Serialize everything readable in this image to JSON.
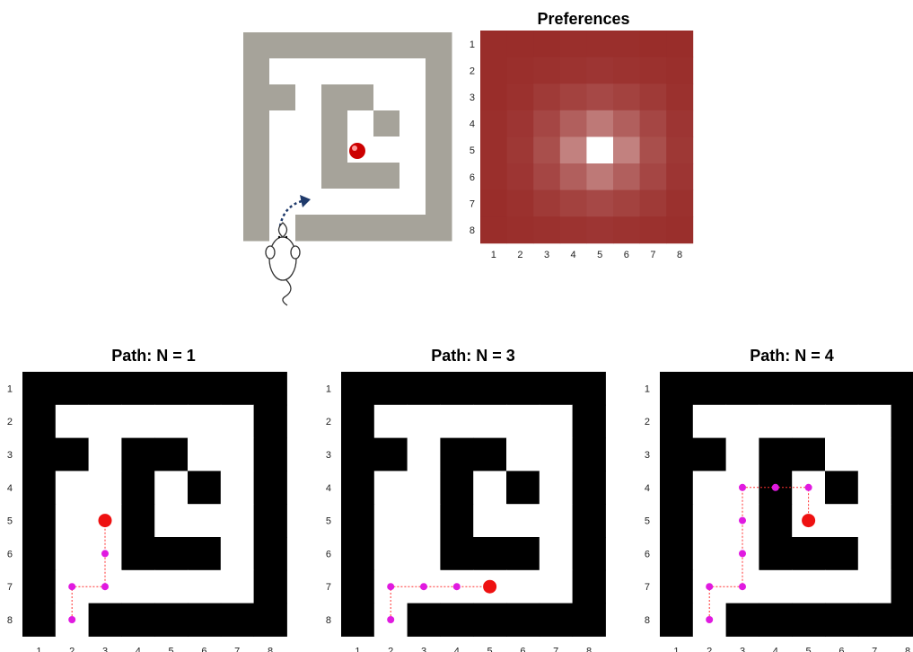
{
  "maze": {
    "rows": [
      [
        1,
        1,
        1,
        1,
        1,
        1,
        1,
        1
      ],
      [
        1,
        0,
        0,
        0,
        0,
        0,
        0,
        1
      ],
      [
        1,
        1,
        0,
        1,
        1,
        0,
        0,
        1
      ],
      [
        1,
        0,
        0,
        1,
        0,
        1,
        0,
        1
      ],
      [
        1,
        0,
        0,
        1,
        0,
        0,
        0,
        1
      ],
      [
        1,
        0,
        0,
        1,
        1,
        1,
        0,
        1
      ],
      [
        1,
        0,
        0,
        0,
        0,
        0,
        0,
        1
      ],
      [
        1,
        0,
        1,
        1,
        1,
        1,
        1,
        1
      ]
    ],
    "wall_color_photo": "#a6a39a",
    "wall_color": "#000000",
    "open_color": "#ffffff"
  },
  "chart_data": [
    {
      "type": "heatmap",
      "title": "Preferences",
      "x_ticks": [
        "1",
        "2",
        "3",
        "4",
        "5",
        "6",
        "7",
        "8"
      ],
      "y_ticks": [
        "1",
        "2",
        "3",
        "4",
        "5",
        "6",
        "7",
        "8"
      ],
      "values": [
        [
          0.0,
          0.0,
          0.0,
          0.01,
          0.01,
          0.01,
          0.0,
          0.0
        ],
        [
          0.0,
          0.01,
          0.02,
          0.03,
          0.04,
          0.03,
          0.02,
          0.01
        ],
        [
          0.0,
          0.02,
          0.06,
          0.1,
          0.13,
          0.1,
          0.06,
          0.02
        ],
        [
          0.01,
          0.04,
          0.12,
          0.24,
          0.36,
          0.24,
          0.12,
          0.04
        ],
        [
          0.01,
          0.05,
          0.16,
          0.4,
          1.0,
          0.4,
          0.16,
          0.05
        ],
        [
          0.01,
          0.04,
          0.12,
          0.24,
          0.36,
          0.24,
          0.12,
          0.04
        ],
        [
          0.0,
          0.02,
          0.06,
          0.1,
          0.13,
          0.1,
          0.06,
          0.02
        ],
        [
          0.0,
          0.01,
          0.02,
          0.03,
          0.04,
          0.03,
          0.02,
          0.01
        ]
      ],
      "low_color": "#992d2a",
      "high_color": "#ffffff"
    },
    {
      "type": "scatter",
      "title": "Path: N = 1",
      "x_ticks": [
        "1",
        "2",
        "3",
        "4",
        "5",
        "6",
        "7",
        "8"
      ],
      "y_ticks": [
        "1",
        "2",
        "3",
        "4",
        "5",
        "6",
        "7",
        "8"
      ],
      "path": [
        [
          2,
          8
        ],
        [
          2,
          7
        ],
        [
          3,
          7
        ],
        [
          3,
          6
        ],
        [
          3,
          5
        ]
      ],
      "agent": [
        3,
        5
      ]
    },
    {
      "type": "scatter",
      "title": "Path: N = 3",
      "x_ticks": [
        "1",
        "2",
        "3",
        "4",
        "5",
        "6",
        "7",
        "8"
      ],
      "y_ticks": [
        "1",
        "2",
        "3",
        "4",
        "5",
        "6",
        "7",
        "8"
      ],
      "path": [
        [
          2,
          8
        ],
        [
          2,
          7
        ],
        [
          3,
          7
        ],
        [
          4,
          7
        ],
        [
          5,
          7
        ]
      ],
      "agent": [
        5,
        7
      ]
    },
    {
      "type": "scatter",
      "title": "Path: N = 4",
      "x_ticks": [
        "1",
        "2",
        "3",
        "4",
        "5",
        "6",
        "7",
        "8"
      ],
      "y_ticks": [
        "1",
        "2",
        "3",
        "4",
        "5",
        "6",
        "7",
        "8"
      ],
      "path": [
        [
          2,
          8
        ],
        [
          2,
          7
        ],
        [
          3,
          7
        ],
        [
          3,
          6
        ],
        [
          3,
          5
        ],
        [
          3,
          4
        ],
        [
          4,
          4
        ],
        [
          5,
          4
        ],
        [
          5,
          5
        ]
      ],
      "agent": [
        5,
        5
      ]
    }
  ],
  "markers": {
    "path_color": "#e01ae0",
    "agent_color": "#ee1111",
    "goal_color": "#cc0000",
    "arrow_color": "#1f3a6b"
  }
}
